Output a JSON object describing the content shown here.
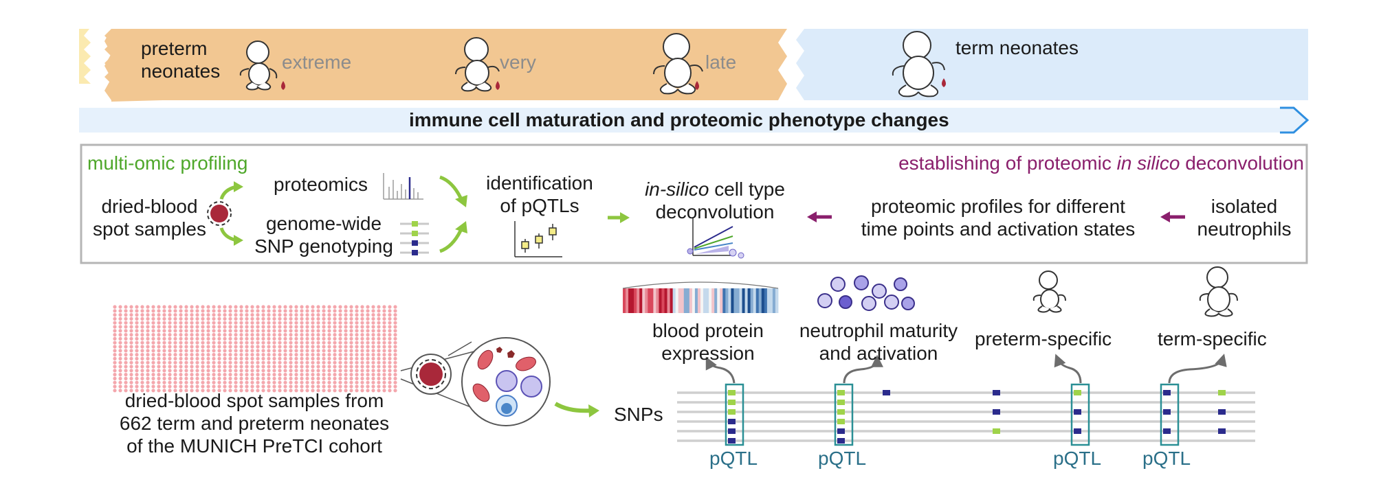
{
  "banner": {
    "preterm_label_line1": "preterm",
    "preterm_label_line2": "neonates",
    "stages": [
      "extreme",
      "very",
      "late"
    ],
    "term_label": "term neonates",
    "arrow_caption": "immune cell maturation and proteomic phenotype changes"
  },
  "profiling": {
    "left_title": "multi-omic profiling",
    "right_title_prefix": "establishing of proteomic ",
    "right_title_italic": "in silico",
    "right_title_suffix": " deconvolution",
    "dbs_line1": "dried-blood",
    "dbs_line2": "spot samples",
    "proteomics": "proteomics",
    "genotyping_line1": "genome-wide",
    "genotyping_line2": "SNP genotyping",
    "pqtl_id_line1": "identification",
    "pqtl_id_line2": "of pQTLs",
    "deconv_italic": "in-silico",
    "deconv_line1_rest": " cell type",
    "deconv_line2": "deconvolution",
    "profiles_line1": "proteomic profiles for different",
    "profiles_line2": "time points and activation states",
    "neutrophils_line1": "isolated",
    "neutrophils_line2": "neutrophils"
  },
  "cohort": {
    "line1": "dried-blood spot samples from",
    "line2": "662 term and preterm neonates",
    "line3": "of the MUNICH PreTCI cohort"
  },
  "snps_label": "SNPs",
  "traits": {
    "blood_line1": "blood protein",
    "blood_line2": "expression",
    "neutro_line1": "neutrophil maturity",
    "neutro_line2": "and activation",
    "preterm_specific": "preterm-specific",
    "term_specific": "term-specific"
  },
  "pqtl_labels": [
    "pQTL",
    "pQTL",
    "pQTL",
    "pQTL"
  ],
  "colors": {
    "preterm_band": "#f2c792",
    "term_band": "#dcebfa",
    "arrow_fill": "#e6f1fc",
    "arrow_stroke": "#2f8fe0",
    "green": "#4ea72a",
    "purple": "#8a1f6c",
    "teal": "#2a6f88",
    "snp_green": "#9fd34a",
    "snp_blue": "#2b2b8c",
    "blood": "#a9283a",
    "dot_pink": "#f4a7ad"
  }
}
